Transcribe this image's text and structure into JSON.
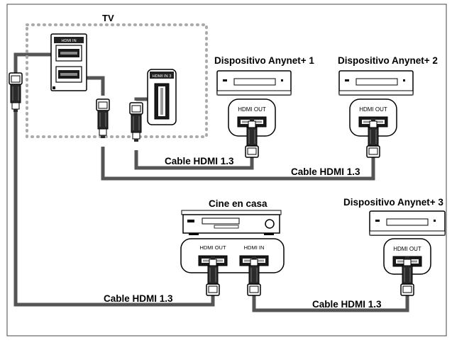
{
  "tv": {
    "label": "TV",
    "port_hdmi_in": "HDMI IN",
    "port_hdmi_in3": "HDMI IN 3"
  },
  "devices": {
    "anynet1": {
      "label": "Dispositivo Anynet+ 1",
      "port": "HDMI OUT"
    },
    "anynet2": {
      "label": "Dispositivo Anynet+ 2",
      "port": "HDMI OUT"
    },
    "anynet3": {
      "label": "Dispositivo Anynet+ 3",
      "port": "HDMI OUT"
    },
    "home_theater": {
      "label": "Cine en casa",
      "port_out": "HDMI OUT",
      "port_in": "HDMI IN"
    }
  },
  "cables": {
    "tv3_to_anynet1": "Cable HDMI 1.3",
    "tv_to_anynet2": "Cable HDMI 1.3",
    "tv_to_home_theater": "Cable HDMI 1.3",
    "home_theater_to_anynet3": "Cable HDMI 1.3"
  }
}
